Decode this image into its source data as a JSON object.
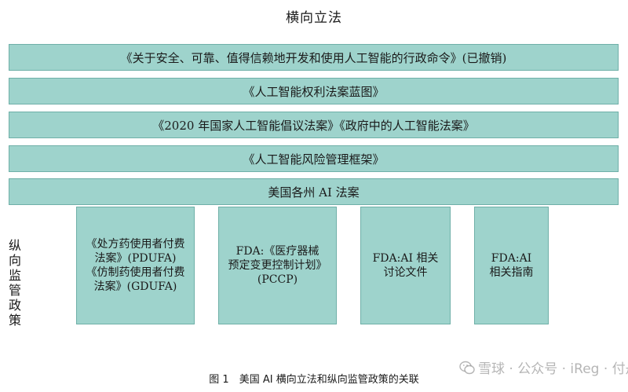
{
  "title": "横向立法",
  "horizontal_layers": [
    "《关于安全、可靠、值得信赖地开发和使用人工智能的行政命令》(已撤销)",
    "《人工智能权利法案蓝图》",
    "《2020 年国家人工智能倡议法案》《政府中的人工智能法案》",
    "《人工智能风险管理框架》",
    "美国各州 AI 法案"
  ],
  "vertical_label": "纵向监管政策",
  "vertical_boxes": [
    "《处方药使用者付费\n法案》(PDUFA)\n《仿制药使用者付费\n法案》(GDUFA)",
    "FDA:《医疗器械\n预定变更控制计划》\n(PCCP)",
    "FDA:AI 相关\n讨论文件",
    "FDA:AI\n相关指南"
  ],
  "caption": "图 1　美国 AI 横向立法和纵向监管政策的关联",
  "watermark": {
    "icon": "wechat-icon",
    "text": "雪球 · 公众号 · iReg · 付丹Drug"
  },
  "colors": {
    "box_fill": "#9ed3cc",
    "box_border": "#6fb0a8"
  }
}
